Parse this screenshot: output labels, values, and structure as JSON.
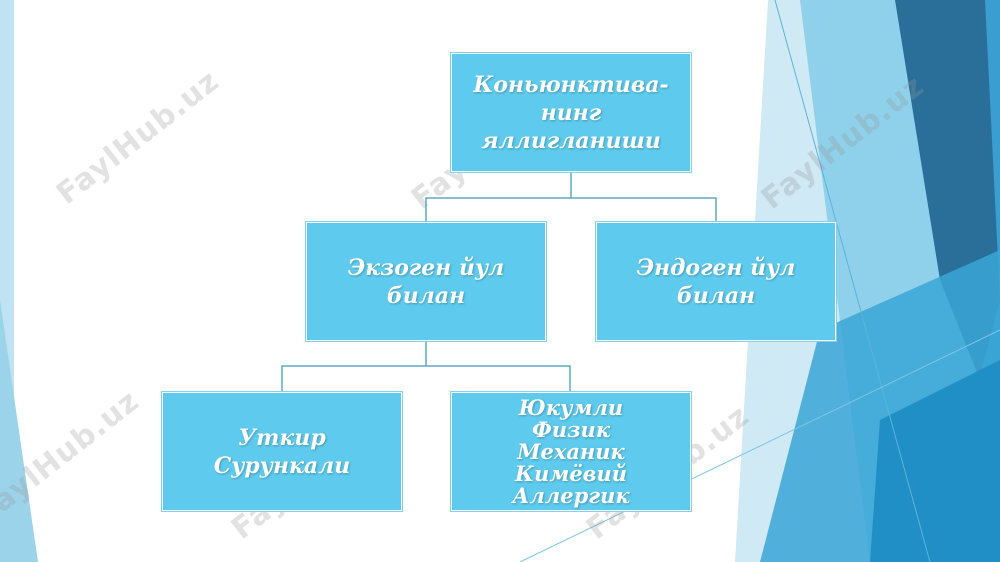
{
  "diagram": {
    "root": {
      "lines": [
        "Коньюнктива-",
        "нинг",
        "яллигланиши"
      ]
    },
    "branch_left": {
      "lines": [
        "Экзоген йул",
        "билан"
      ]
    },
    "branch_right": {
      "lines": [
        "Эндоген йул",
        "билан"
      ]
    },
    "leaf_left": {
      "lines": [
        "Уткир",
        "Сурункали"
      ]
    },
    "leaf_right": {
      "lines": [
        "Юкумли",
        "Физик",
        "Механик",
        "Кимёвий",
        "Аллергик"
      ]
    }
  },
  "watermark": {
    "text": "FaylHub.uz"
  },
  "colors": {
    "box_fill": "#5ecbee",
    "connector": "#5ea8c4",
    "deco_dark": "#2a6f9a",
    "deco_mid": "#3a9fd0",
    "deco_light": "#8fd0ea"
  }
}
